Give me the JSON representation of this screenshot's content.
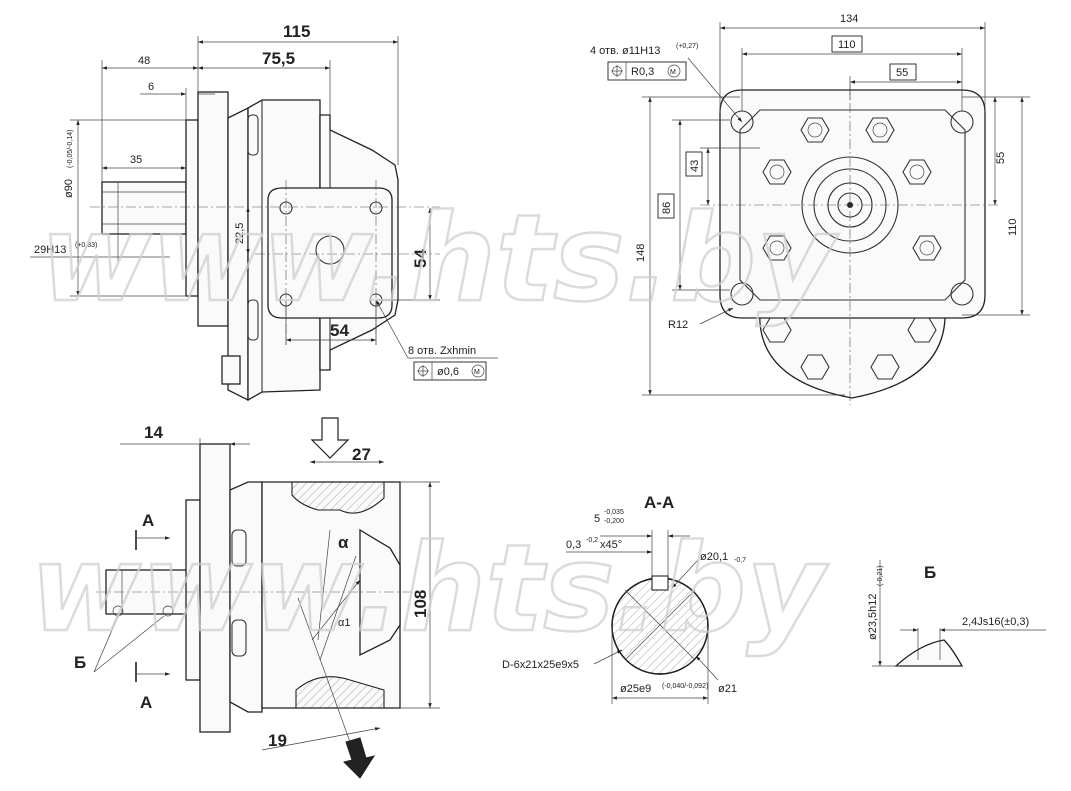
{
  "watermark": {
    "text": "www.hts.by"
  },
  "side_view": {
    "dim_115": "115",
    "dim_75_5": "75,5",
    "dim_48": "48",
    "dim_6": "6",
    "dim_35": "35",
    "dim_90": "ø90",
    "dim_90_tol": "(-0,05/-0,14)",
    "dim_29": "29H13",
    "dim_29_tol": "(+0,33)",
    "dim_22_5": "22,5",
    "dim_54_v": "54",
    "dim_54_h": "54",
    "holes_label": "8 отв. Zxhmin",
    "holes_tol": "ø0,6",
    "holes_tol_mod": "M"
  },
  "front_view": {
    "dim_134": "134",
    "dim_110_top": "110",
    "dim_55_top": "55",
    "holes_label": "4 отв. ø11H13",
    "holes_label_tol": "(+0,27)",
    "holes_tol": "R0,3",
    "holes_tol_mod": "M",
    "dim_43": "43",
    "dim_86": "86",
    "dim_148": "148",
    "dim_55_right": "55",
    "dim_110_right": "110",
    "radius_label": "R12"
  },
  "section_view": {
    "dim_14": "14",
    "dim_27": "27",
    "dim_108": "108",
    "dim_19": "19",
    "alpha": "α",
    "alpha1": "α1",
    "section_mark_top": "А",
    "section_mark_bottom": "А",
    "detail_mark": "Б"
  },
  "spline_section": {
    "title": "А-А",
    "dim_5": "5",
    "dim_5_tol_top": "-0,035",
    "dim_5_tol_bottom": "-0,200",
    "chamfer": "0,3",
    "chamfer_tol": "-0,2",
    "chamfer_angle": "x45°",
    "dim_20_1": "ø20,1",
    "dim_20_1_tol": "-0,7",
    "spline_label": "D-6x21x25e9x5",
    "dim_25": "ø25e9",
    "dim_25_tol": "(-0,040/-0,092)",
    "dim_21": "ø21"
  },
  "detail_b": {
    "title": "Б",
    "dim_23_5": "ø23,5h12",
    "dim_23_5_tol": "(-0,21)",
    "dim_2_4": "2,4Js16(±0,3)"
  }
}
